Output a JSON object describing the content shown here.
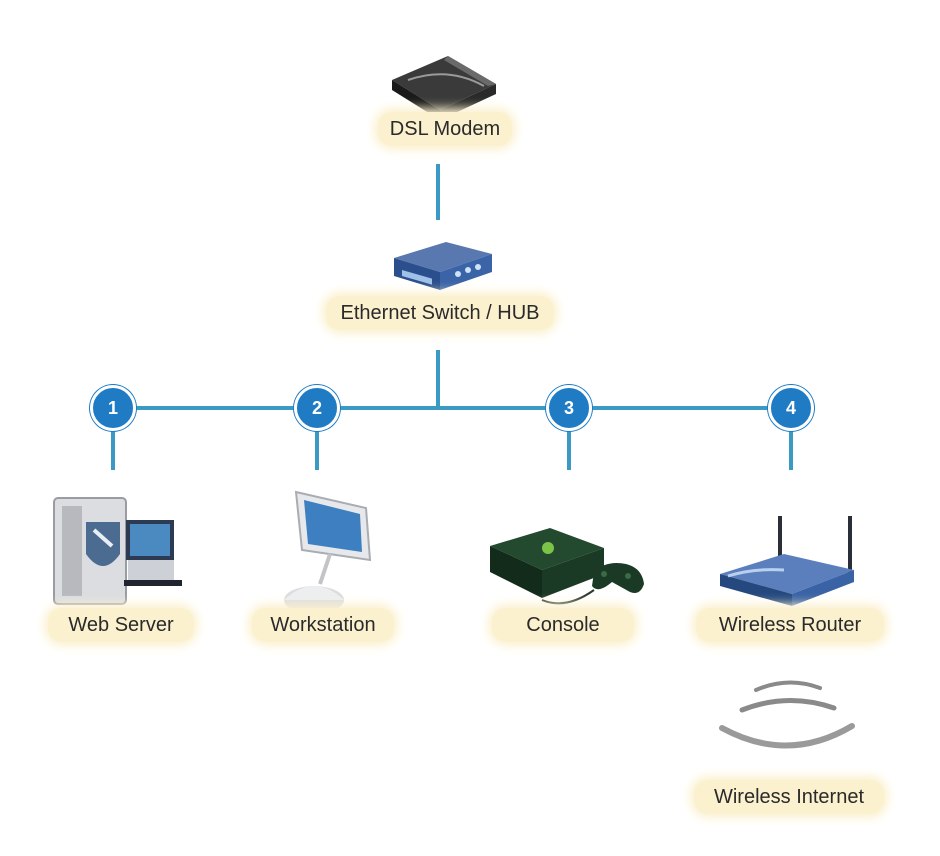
{
  "nodes": {
    "modem": {
      "label": "DSL Modem",
      "icon": "dsl-modem-icon"
    },
    "switch": {
      "label": "Ethernet Switch / HUB",
      "icon": "ethernet-switch-icon"
    },
    "ports": [
      {
        "number": "1",
        "label": "Web Server",
        "icon": "server-computer-icon"
      },
      {
        "number": "2",
        "label": "Workstation",
        "icon": "workstation-computer-icon"
      },
      {
        "number": "3",
        "label": "Console",
        "icon": "game-console-icon"
      },
      {
        "number": "4",
        "label": "Wireless Router",
        "icon": "wireless-router-icon"
      }
    ],
    "wireless": {
      "label": "Wireless Internet",
      "icon": "wireless-signal-icon"
    }
  },
  "colors": {
    "line": "#3a9ac4",
    "badge": "#1f7bc4",
    "label_bg": "#fbf1cf"
  }
}
